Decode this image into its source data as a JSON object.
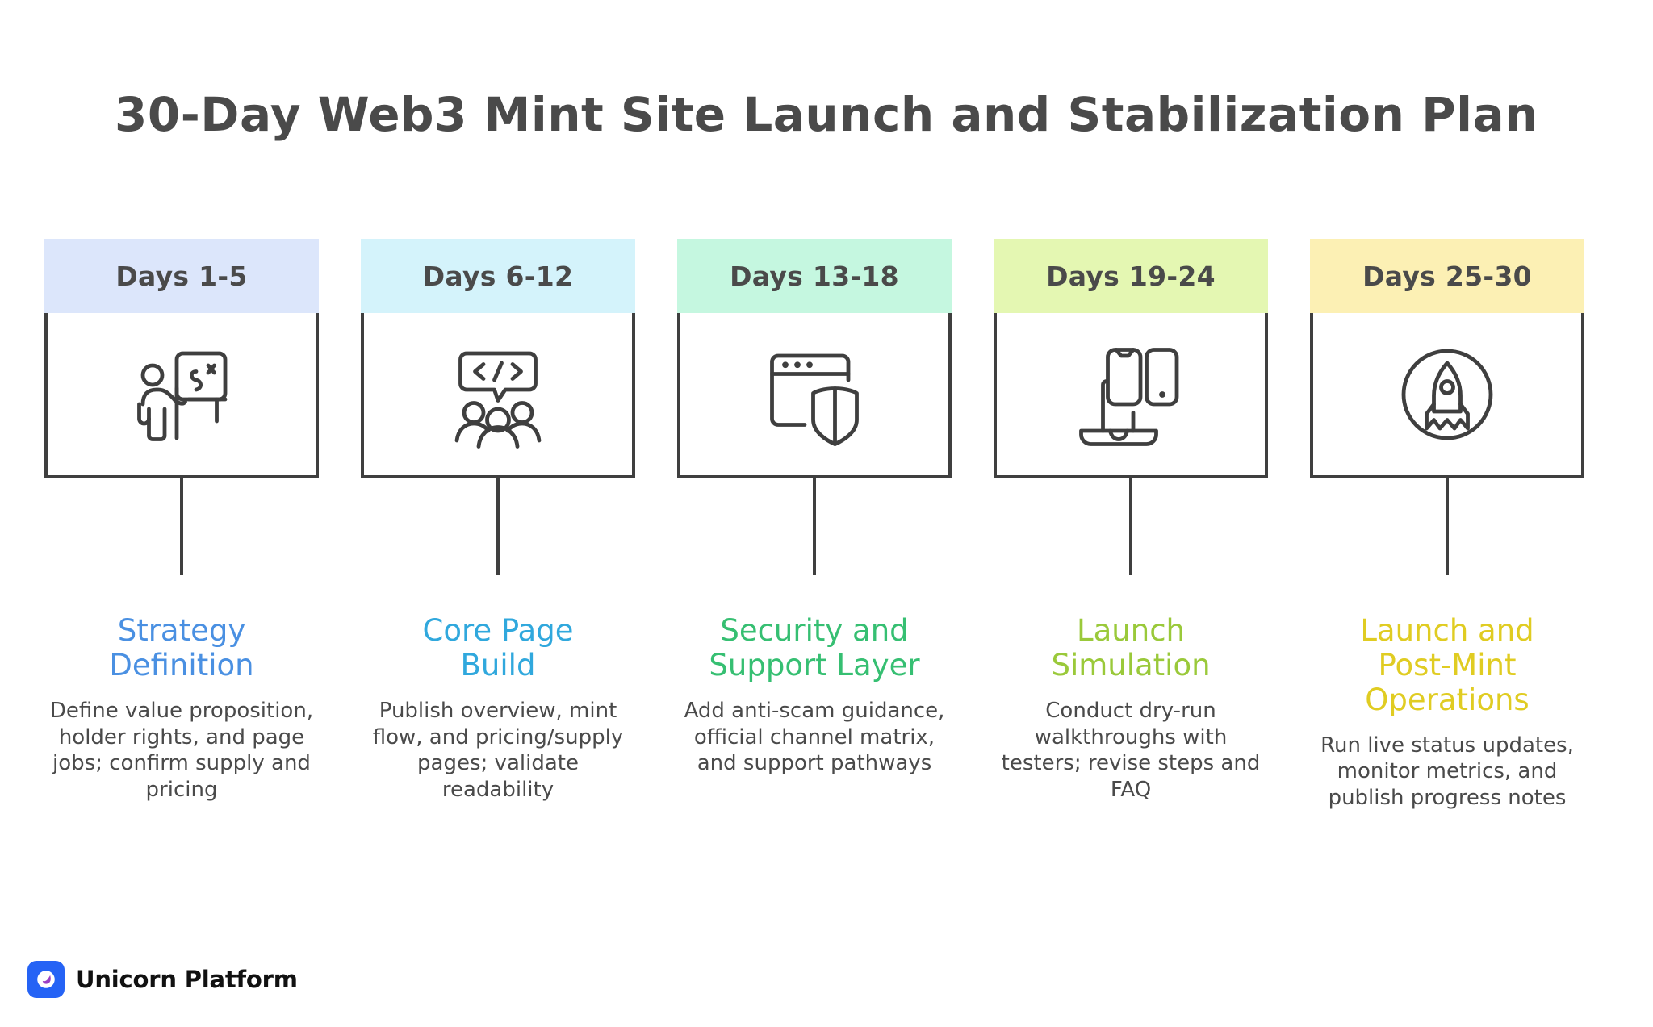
{
  "title": "30-Day Web3 Mint Site Launch and Stabilization Plan",
  "footer": {
    "brand": "Unicorn Platform",
    "logo_icon": "unicorn-droplet-logo",
    "logo_bg": "#2563f5",
    "logo_drop": "#9b3fc4"
  },
  "theme": {
    "line": "#3f3f3f",
    "text": "#4a4a4a",
    "background": "#ffffff"
  },
  "phases": [
    {
      "period": "Days 1-5",
      "header_bg": "#dce6fb",
      "name": "Strategy\nDefinition",
      "name_color": "#4a90e2",
      "description": "Define value proposition, holder rights, and page jobs; confirm supply and pricing",
      "icon": "presenter-whiteboard-icon"
    },
    {
      "period": "Days 6-12",
      "header_bg": "#d4f3fb",
      "name": "Core Page\nBuild",
      "name_color": "#30a8dd",
      "description": "Publish overview, mint flow, and pricing/supply pages; validate readability",
      "icon": "code-bubble-team-icon"
    },
    {
      "period": "Days 13-18",
      "header_bg": "#c5f7e0",
      "name": "Security and\nSupport Layer",
      "name_color": "#36bf72",
      "description": "Add anti-scam guidance, official channel matrix, and support pathways",
      "icon": "browser-shield-icon"
    },
    {
      "period": "Days 19-24",
      "header_bg": "#e4f7b2",
      "name": "Launch\nSimulation",
      "name_color": "#9ac93a",
      "description": "Conduct dry-run walkthroughs with testers; revise steps and FAQ",
      "icon": "devices-dock-icon"
    },
    {
      "period": "Days 25-30",
      "header_bg": "#fcf0b4",
      "name": "Launch and\nPost-Mint\nOperations",
      "name_color": "#e0cc22",
      "description": "Run live status updates, monitor metrics, and publish progress notes",
      "icon": "rocket-circle-icon"
    }
  ]
}
